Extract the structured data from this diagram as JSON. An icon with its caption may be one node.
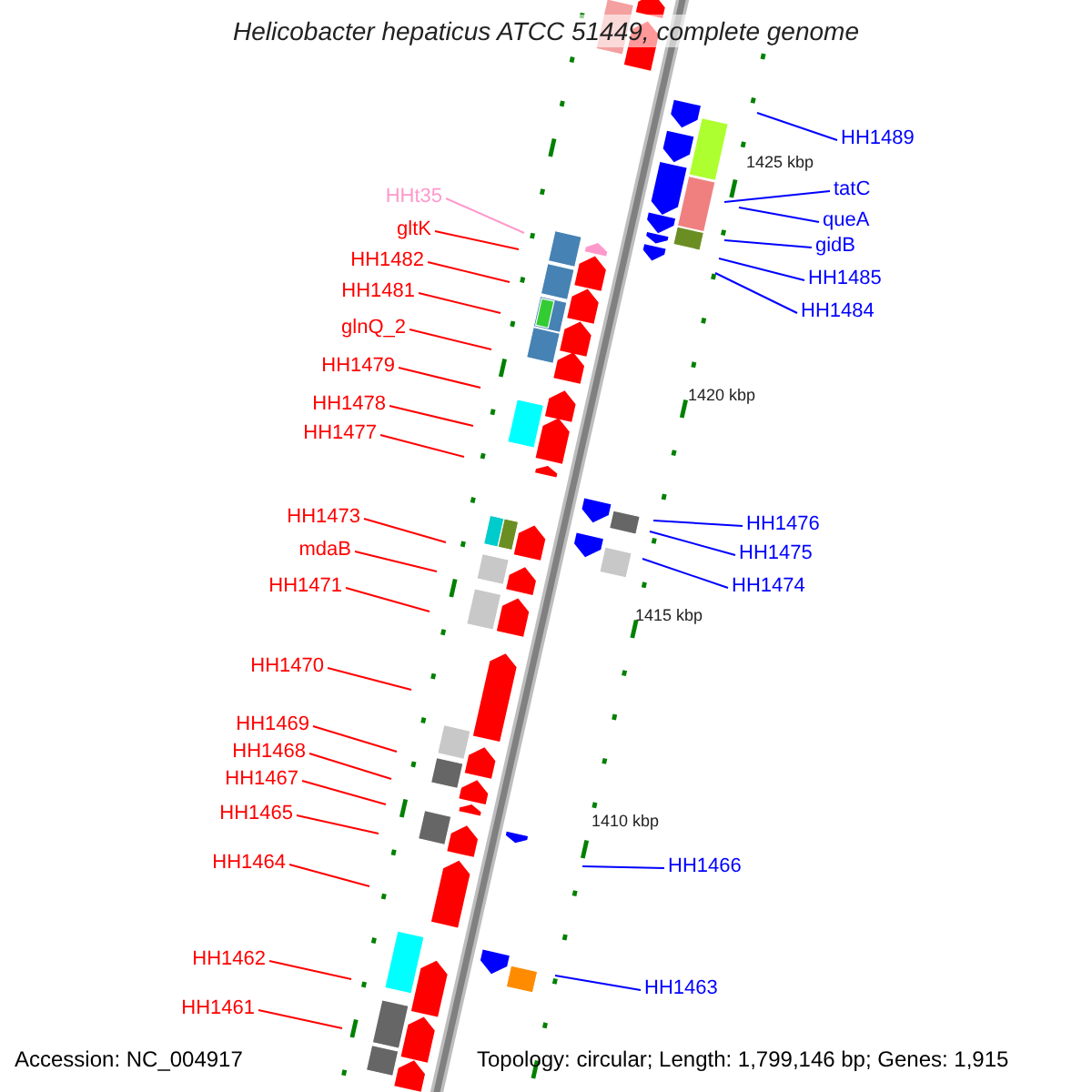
{
  "diagram": {
    "title": "Helicobacter hepaticus ATCC 51449, complete genome",
    "nodes": [
      {
        "text": [
          "HHt35"
        ]
      },
      {
        "text": [
          "gltK"
        ]
      },
      {
        "text": [
          "HH1482"
        ]
      },
      {
        "text": [
          "HH1481"
        ]
      },
      {
        "text": [
          "glnQ_2"
        ]
      },
      {
        "text": [
          "HH1479"
        ]
      },
      {
        "text": [
          "HH1478"
        ]
      },
      {
        "text": [
          "HH1477"
        ]
      },
      {
        "text": [
          "HH1473"
        ]
      },
      {
        "text": [
          "mdaB"
        ]
      },
      {
        "text": [
          "HH1471"
        ]
      },
      {
        "text": [
          "HH1470"
        ]
      },
      {
        "text": [
          "HH1469"
        ]
      },
      {
        "text": [
          "HH1468"
        ]
      },
      {
        "text": [
          "HH1467"
        ]
      },
      {
        "text": [
          "HH1465"
        ]
      },
      {
        "text": [
          "HH1464"
        ]
      },
      {
        "text": [
          "HH1462"
        ]
      },
      {
        "text": [
          "HH1461"
        ]
      },
      {
        "text": [
          "HH1489"
        ]
      },
      {
        "text": [
          "tatC"
        ]
      },
      {
        "text": [
          "queA"
        ]
      },
      {
        "text": [
          "gidB"
        ]
      },
      {
        "text": [
          "HH1485"
        ]
      },
      {
        "text": [
          "HH1484"
        ]
      },
      {
        "text": [
          "HH1476"
        ]
      },
      {
        "text": [
          "HH1475"
        ]
      },
      {
        "text": [
          "HH1474"
        ]
      },
      {
        "text": [
          "HH1466"
        ]
      },
      {
        "text": [
          "HH1463"
        ]
      }
    ],
    "edges": [
      {
        "from": 0,
        "to": null,
        "arrow": "none",
        "color": "#ff99cc"
      },
      {
        "from": 1,
        "to": null,
        "arrow": "none"
      },
      {
        "from": 2,
        "to": null,
        "arrow": "none"
      },
      {
        "from": 3,
        "to": null,
        "arrow": "none"
      },
      {
        "from": 4,
        "to": null,
        "arrow": "none"
      },
      {
        "from": 5,
        "to": null,
        "arrow": "none"
      },
      {
        "from": 6,
        "to": null,
        "arrow": "none"
      },
      {
        "from": 7,
        "to": null,
        "arrow": "none"
      },
      {
        "from": 8,
        "to": null,
        "arrow": "none"
      },
      {
        "from": 9,
        "to": null,
        "arrow": "none"
      },
      {
        "from": 10,
        "to": null,
        "arrow": "none"
      },
      {
        "from": 11,
        "to": null,
        "arrow": "none"
      },
      {
        "from": 12,
        "to": null,
        "arrow": "none"
      },
      {
        "from": 13,
        "to": null,
        "arrow": "none"
      },
      {
        "from": 14,
        "to": null,
        "arrow": "none"
      },
      {
        "from": 15,
        "to": null,
        "arrow": "none"
      },
      {
        "from": 16,
        "to": null,
        "arrow": "none"
      },
      {
        "from": 17,
        "to": null,
        "arrow": "none"
      },
      {
        "from": 18,
        "to": null,
        "arrow": "none"
      },
      {
        "from": 19,
        "to": null,
        "arrow": "none",
        "color": "#0000ff"
      },
      {
        "from": 20,
        "to": null,
        "arrow": "none",
        "color": "#0000ff"
      },
      {
        "from": 21,
        "to": null,
        "arrow": "none",
        "color": "#0000ff"
      },
      {
        "from": 22,
        "to": null,
        "arrow": "none",
        "color": "#0000ff"
      },
      {
        "from": 23,
        "to": null,
        "arrow": "none",
        "color": "#0000ff"
      },
      {
        "from": 24,
        "to": null,
        "arrow": "none",
        "color": "#0000ff"
      },
      {
        "from": 25,
        "to": null,
        "arrow": "none",
        "color": "#0000ff"
      },
      {
        "from": 26,
        "to": null,
        "arrow": "none",
        "color": "#0000ff"
      },
      {
        "from": 27,
        "to": null,
        "arrow": "none",
        "color": "#0000ff"
      },
      {
        "from": 28,
        "to": null,
        "arrow": "none",
        "color": "#0000ff"
      },
      {
        "from": 29,
        "to": null,
        "arrow": "none",
        "color": "#0000ff"
      }
    ],
    "labels": [
      "1425 kbp",
      "1420 kbp",
      "1415 kbp",
      "1410 kbp",
      "Accession: NC_004917",
      "Topology: circular; Length: 1,799,146 bp; Genes: 1,915"
    ]
  }
}
